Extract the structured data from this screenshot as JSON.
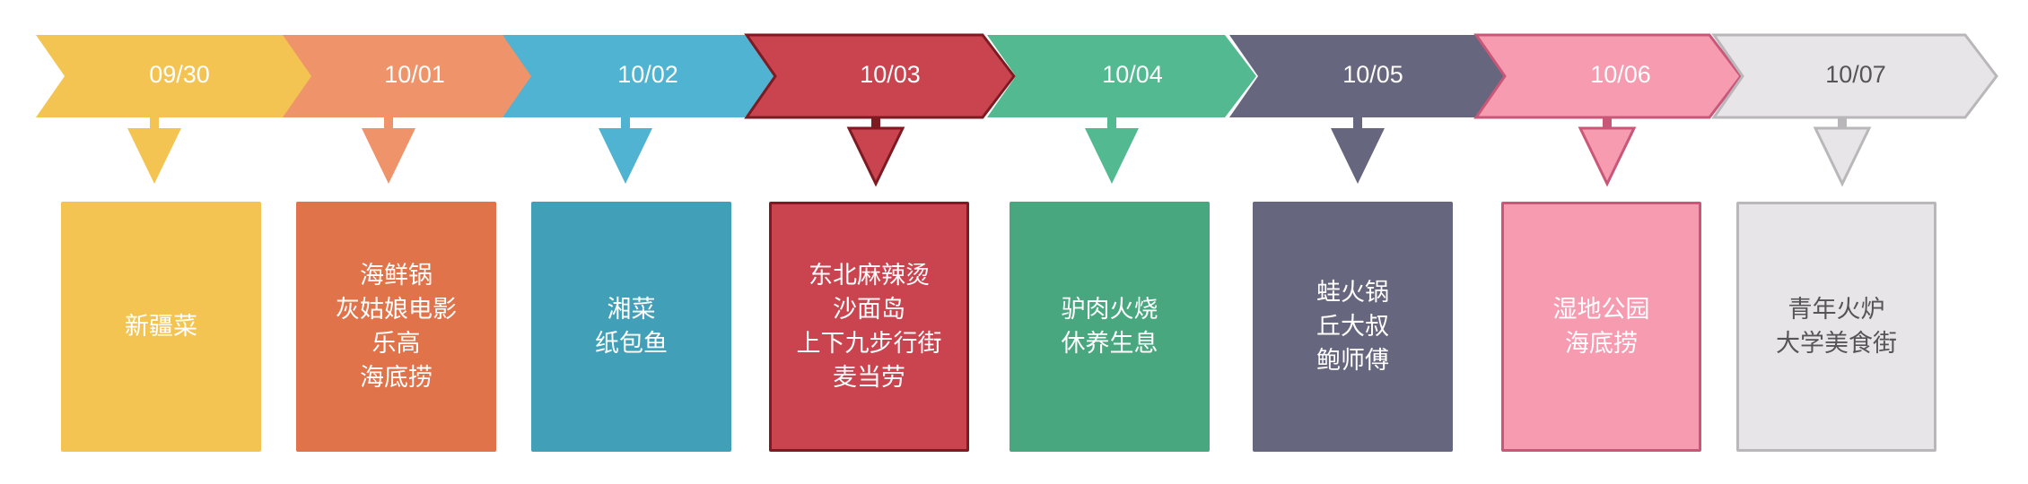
{
  "timeline": [
    {
      "date": "09/30",
      "items": [
        "新疆菜"
      ],
      "fill": "#F4C453",
      "card": "#F4C453",
      "stroke": "",
      "text": "#FFFFFF",
      "date_text": "#FFFFFF"
    },
    {
      "date": "10/01",
      "items": [
        "海鲜锅",
        "灰姑娘电影",
        "乐高",
        "海底捞"
      ],
      "fill": "#EF936A",
      "card": "#E0734A",
      "stroke": "",
      "text": "#FFFFFF",
      "date_text": "#FFFFFF"
    },
    {
      "date": "10/02",
      "items": [
        "湘菜",
        "纸包鱼"
      ],
      "fill": "#4FB3D1",
      "card": "#41A0B8",
      "stroke": "",
      "text": "#FFFFFF",
      "date_text": "#FFFFFF"
    },
    {
      "date": "10/03",
      "items": [
        "东北麻辣烫",
        "沙面岛",
        "上下九步行街",
        "麦当劳"
      ],
      "fill": "#C9444F",
      "card": "#C9444F",
      "stroke": "#7E1A22",
      "text": "#FFFFFF",
      "date_text": "#FFFFFF"
    },
    {
      "date": "10/04",
      "items": [
        "驴肉火烧",
        "休养生息"
      ],
      "fill": "#52B991",
      "card": "#48A77E",
      "stroke": "",
      "text": "#FFFFFF",
      "date_text": "#FFFFFF"
    },
    {
      "date": "10/05",
      "items": [
        "蛙火锅",
        "丘大叔",
        "鲍师傅"
      ],
      "fill": "#66667E",
      "card": "#66667E",
      "stroke": "",
      "text": "#FFFFFF",
      "date_text": "#FFFFFF"
    },
    {
      "date": "10/06",
      "items": [
        "湿地公园",
        "海底捞"
      ],
      "fill": "#F79BB0",
      "card": "#F79BB0",
      "stroke": "#C85778",
      "text": "#FFFFFF",
      "date_text": "#FFFFFF"
    },
    {
      "date": "10/07",
      "items": [
        "青年火炉",
        "大学美食街"
      ],
      "fill": "#E8E5E8",
      "card": "#E8E5E8",
      "stroke": "#B9B7BA",
      "text": "#555555",
      "date_text": "#555555"
    }
  ]
}
